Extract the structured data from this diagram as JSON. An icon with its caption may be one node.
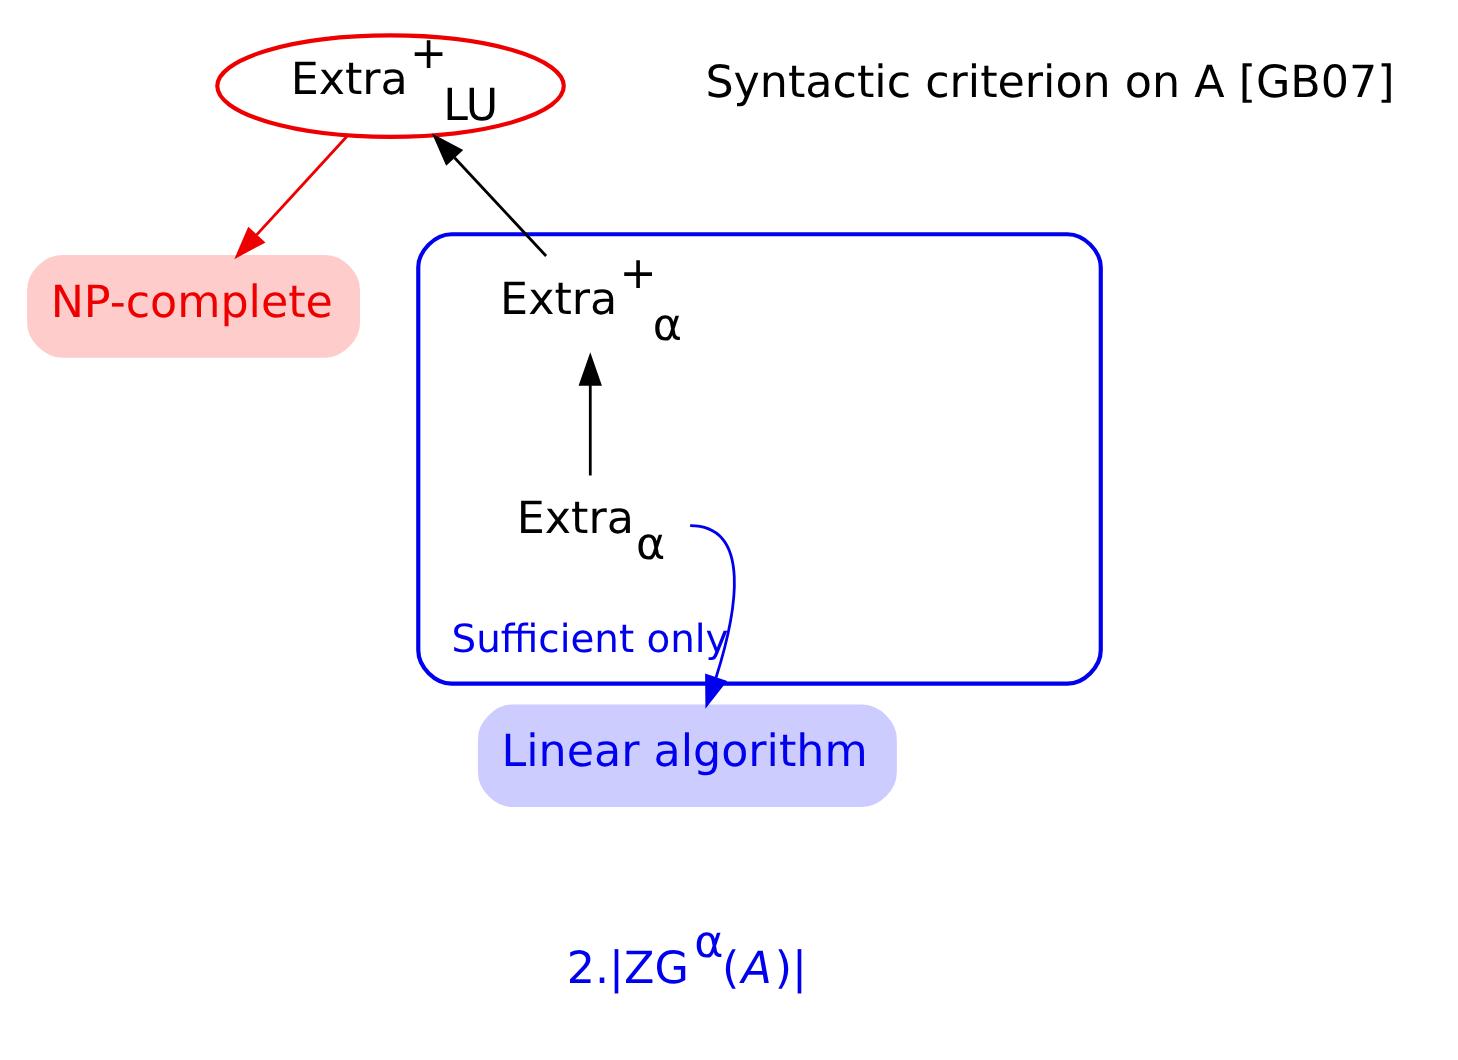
{
  "diagram": {
    "nodes": [
      {
        "text": [
          "Extra$^{+}$$_{LU}$"
        ]
      },
      {
        "text": [
          "NP-complete"
        ]
      },
      {
        "text": [
          "Sufficient only"
        ]
      },
      {
        "text": [
          "Extra$^{+}$$_{α}$"
        ],
        "in": 2
      },
      {
        "text": [
          "Extra$_{α}$"
        ],
        "in": 2
      },
      {
        "text": [
          "Linear algorithm"
        ],
        "beside": [
          "2.|ZG$^{α}$(*A*)|"
        ]
      }
    ],
    "edges": [
      {
        "from": 3,
        "to": 0,
        "arrow": "to"
      },
      {
        "from": 0,
        "to": 1,
        "arrow": "to",
        "color": "#ee0000"
      },
      {
        "from": 4,
        "to": 3,
        "arrow": "to"
      },
      {
        "from": 4,
        "to": 5,
        "arrow": "to",
        "color": "#0000ee"
      }
    ],
    "labels": [
      "Syntactic criterion on A [GB07]"
    ]
  }
}
